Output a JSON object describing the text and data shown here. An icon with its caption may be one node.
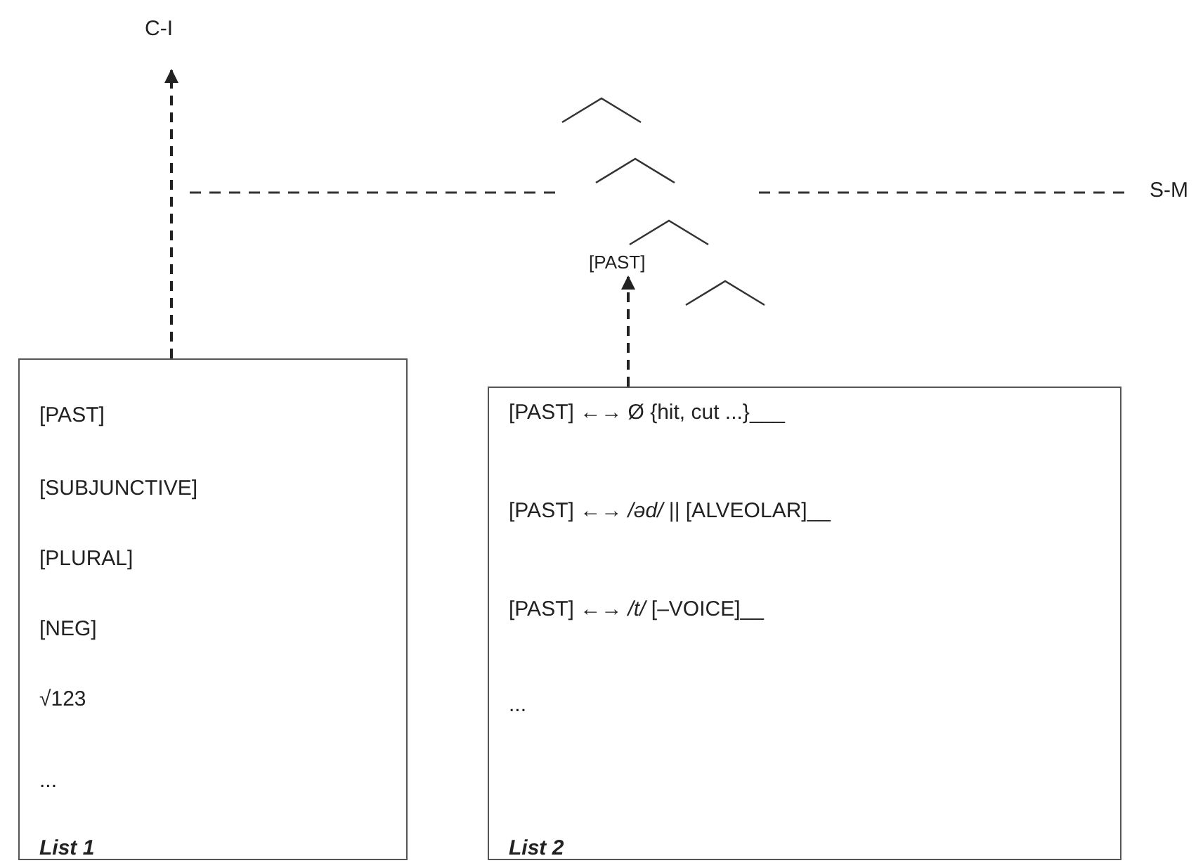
{
  "diagram": {
    "nodes": [
      {
        "text": [
          "C-I"
        ]
      },
      {
        "text": [
          "S-M"
        ]
      },
      {
        "text": [
          "[PAST]"
        ]
      },
      {
        "text": [
          "[PAST]",
          "[SUBJUNCTIVE]",
          "[PLURAL]",
          "[NEG]",
          "√123",
          "...",
          "List 1"
        ]
      },
      {
        "text": [
          "[PAST] ←→ Ø {hit, cut ...}___",
          "[PAST] ←→ */əd/* || [ALVEOLAR]__",
          "[PAST] ←→ */t/* [–VOICE]__",
          "...",
          "List 2"
        ]
      }
    ],
    "edges": [
      {
        "from": 3,
        "to": 0,
        "arrow": "to",
        "style": "dashed"
      },
      {
        "from": 4,
        "to": 2,
        "arrow": "to",
        "style": "dashed"
      }
    ]
  }
}
